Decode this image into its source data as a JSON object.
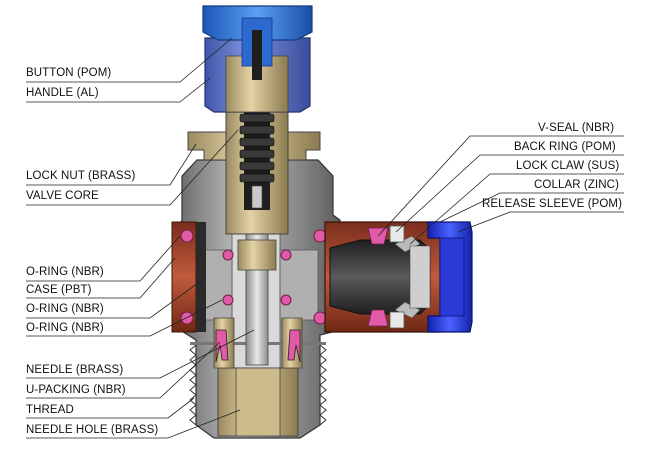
{
  "diagram": {
    "left_labels": [
      "BUTTON (POM)",
      "HANDLE (AL)",
      "LOCK NUT (BRASS)",
      "VALVE CORE",
      "O-RING (NBR)",
      "CASE (PBT)",
      "O-RING (NBR)",
      "O-RING (NBR)",
      "NEEDLE (BRASS)",
      "U-PACKING (NBR)",
      "THREAD",
      "NEEDLE HOLE (BRASS)"
    ],
    "right_labels": [
      "V-SEAL (NBR)",
      "BACK RING (POM)",
      "LOCK CLAW (SUS)",
      "COLLAR (ZINC)",
      "RELEASE SLEEVE (POM)"
    ],
    "colors": {
      "button": "#2f6fd6",
      "handle": "#5b6fc2",
      "brass": "#c8b58a",
      "case": "#8a8a8a",
      "collar": "#a0432a",
      "sleeve": "#1d2fd0",
      "oring": "#e05aa8",
      "dark": "#2a2a2a"
    }
  }
}
